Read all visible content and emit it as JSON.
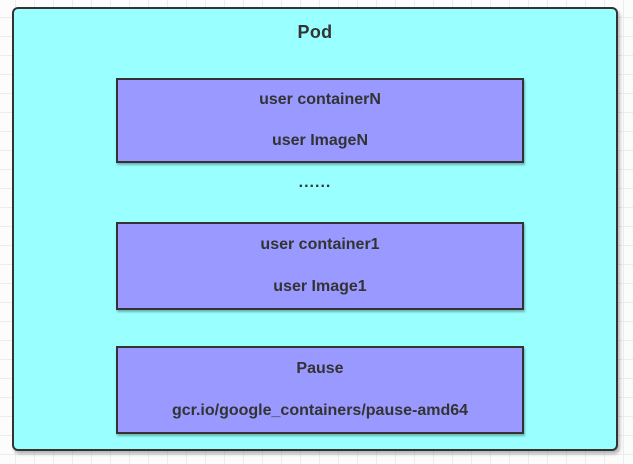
{
  "diagram": {
    "pod": {
      "title": "Pod",
      "ellipsis": "......",
      "containers": [
        {
          "name": "user containerN",
          "image": "user ImageN"
        },
        {
          "name": "user container1",
          "image": "user Image1"
        },
        {
          "name": "Pause",
          "image": "gcr.io/google_containers/pause-amd64"
        }
      ]
    },
    "colors": {
      "pod_fill": "#99FFFF",
      "container_fill": "#9999FF",
      "shape_border": "#333333",
      "text": "#333333",
      "grid_line": "#ececec",
      "canvas_background": "#fcfcfc"
    }
  }
}
